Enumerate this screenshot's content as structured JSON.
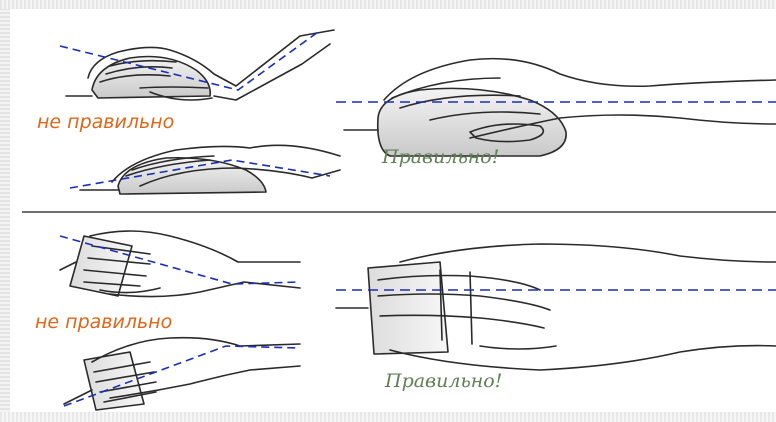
{
  "captions": {
    "top_wrong": "не правильно",
    "top_right": "Правильно!",
    "bottom_wrong": "не правильно",
    "bottom_right": "Правильно!"
  },
  "colors": {
    "wrong_text": "#e0661a",
    "right_text": "#5f7f55",
    "guide_line": "#1b2fb5",
    "sketch": "#2a2a2a"
  }
}
